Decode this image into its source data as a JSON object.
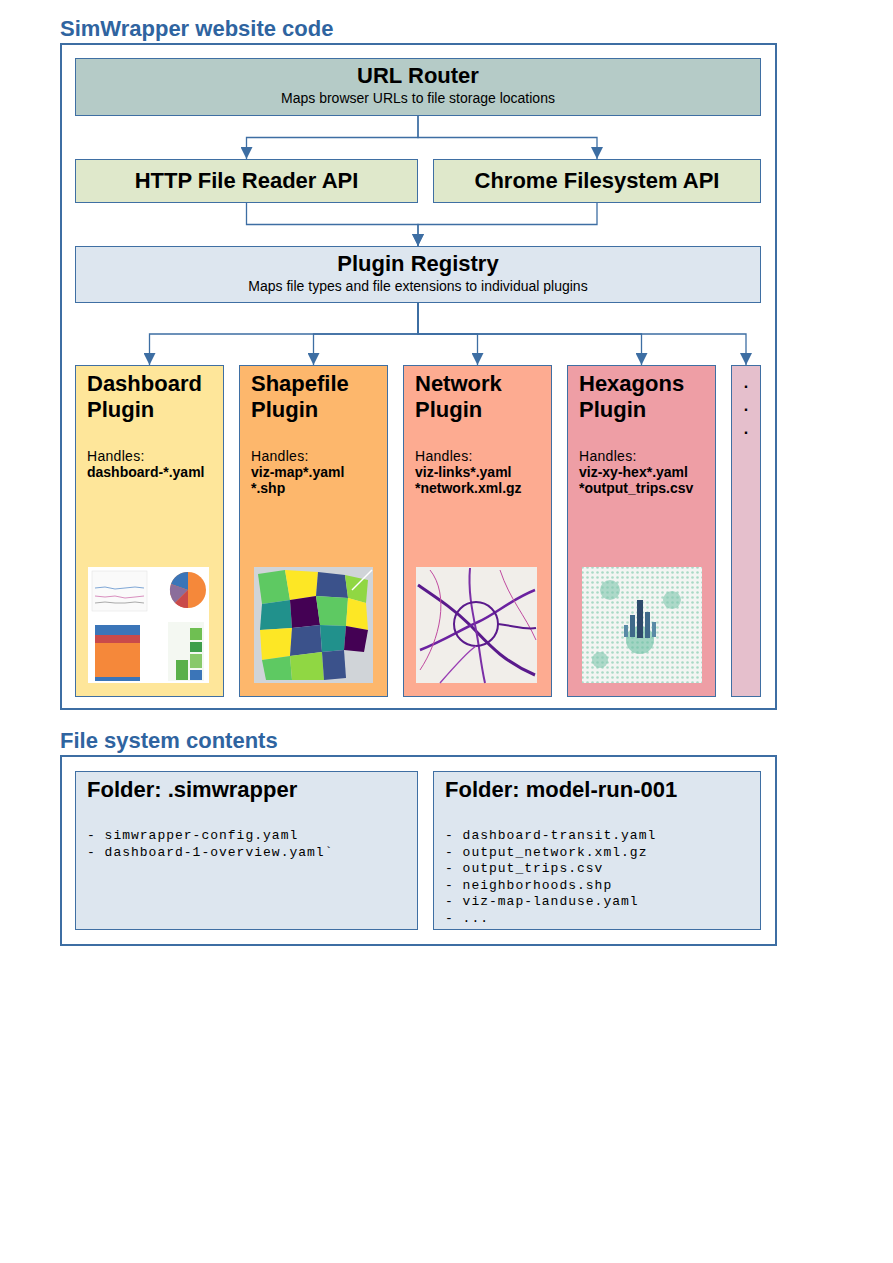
{
  "diagram": {
    "nodes": [
      {
        "text": [
          "SimWrapper website code"
        ]
      },
      {
        "text": [
          "URL Router",
          "Maps browser URLs to file storage locations"
        ],
        "in": 0
      },
      {
        "text": [
          "HTTP File Reader API"
        ],
        "in": 0
      },
      {
        "text": [
          "Chrome Filesystem API"
        ],
        "in": 0
      },
      {
        "text": [
          "Plugin Registry",
          "Maps file types and file extensions to individual plugins"
        ],
        "in": 0
      },
      {
        "text": [
          "Dashboard Plugin",
          "Handles:",
          "dashboard-*.yaml"
        ],
        "in": 0
      },
      {
        "text": [
          "Shapefile Plugin",
          "Handles:",
          "viz-map*.yaml",
          "*.shp"
        ],
        "in": 0
      },
      {
        "text": [
          "Network Plugin",
          "Handles:",
          "viz-links*.yaml",
          "*network.xml.gz"
        ],
        "in": 0
      },
      {
        "text": [
          "Hexagons Plugin",
          "Handles:",
          "viz-xy-hex*.yaml",
          "*output_trips.csv"
        ],
        "in": 0
      },
      {
        "text": [
          ". . ."
        ],
        "in": 0
      },
      {
        "text": [
          "File system contents"
        ]
      },
      {
        "text": [
          "Folder: .simwrapper",
          "- simwrapper-config.yaml",
          "- dashboard-1-overview.yaml`"
        ],
        "in": 10
      },
      {
        "text": [
          "Folder: model-run-001",
          "- dashboard-transit.yaml",
          "- output_network.xml.gz",
          "- output_trips.csv",
          "- neighborhoods.shp",
          "- viz-map-landuse.yaml",
          "- ..."
        ],
        "in": 10
      }
    ],
    "edges": [
      {
        "from": 1,
        "to": 2,
        "arrow": "to"
      },
      {
        "from": 1,
        "to": 3,
        "arrow": "to"
      },
      {
        "from": 2,
        "to": 4,
        "arrow": "to"
      },
      {
        "from": 3,
        "to": 4,
        "arrow": "to"
      },
      {
        "from": 4,
        "to": 5,
        "arrow": "to"
      },
      {
        "from": 4,
        "to": 6,
        "arrow": "to"
      },
      {
        "from": 4,
        "to": 7,
        "arrow": "to"
      },
      {
        "from": 4,
        "to": 8,
        "arrow": "to"
      },
      {
        "from": 4,
        "to": 9,
        "arrow": "to"
      }
    ]
  }
}
